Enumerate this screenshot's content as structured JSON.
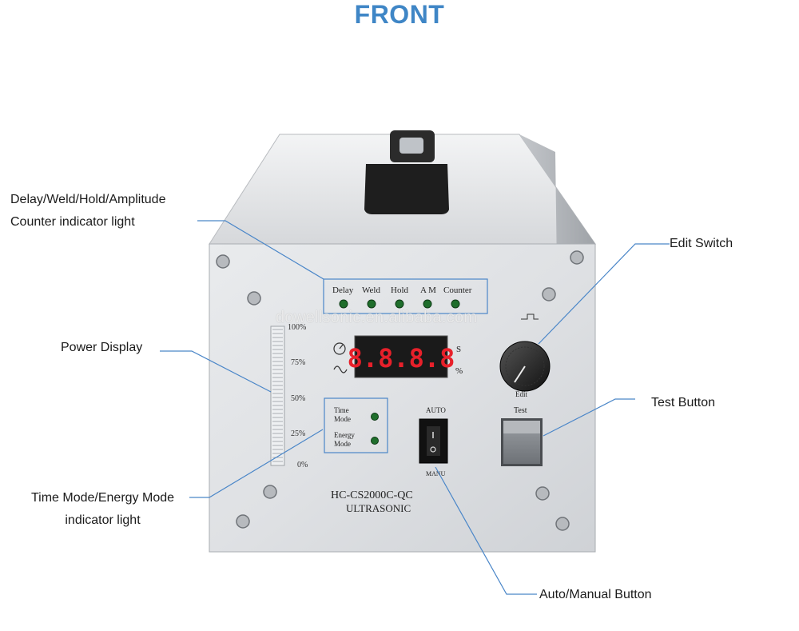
{
  "title": "FRONT",
  "watermark": "dowellsonic.en.alibaba.com",
  "callouts": {
    "indicator_line1": "Delay/Weld/Hold/Amplitude",
    "indicator_line2": "Counter indicator light",
    "power_display": "Power Display",
    "mode_line1": "Time Mode/Energy Mode",
    "mode_line2": "indicator light",
    "edit_switch": "Edit Switch",
    "test_button": "Test Button",
    "auto_manual": "Auto/Manual Button"
  },
  "panel": {
    "lights": [
      "Delay",
      "Weld",
      "Hold",
      "A M",
      "Counter"
    ],
    "bar_scale": [
      "100%",
      "75%",
      "50%",
      "25%",
      "0%"
    ],
    "display_digits": "8.8.8.8",
    "unit_s": "S",
    "unit_pct": "%",
    "time_mode": [
      "Time",
      "Mode"
    ],
    "energy_mode": [
      "Energy",
      "Mode"
    ],
    "switch_auto": "AUTO",
    "switch_manu": "MANU",
    "edit_label": "Edit",
    "test_label": "Test",
    "model": "HC-CS2000C-QC",
    "brand": "ULTRASONIC"
  },
  "colors": {
    "callout_line": "#4a86c8",
    "indicator_green": "#1f6e2c",
    "display_red": "#e8202a"
  }
}
